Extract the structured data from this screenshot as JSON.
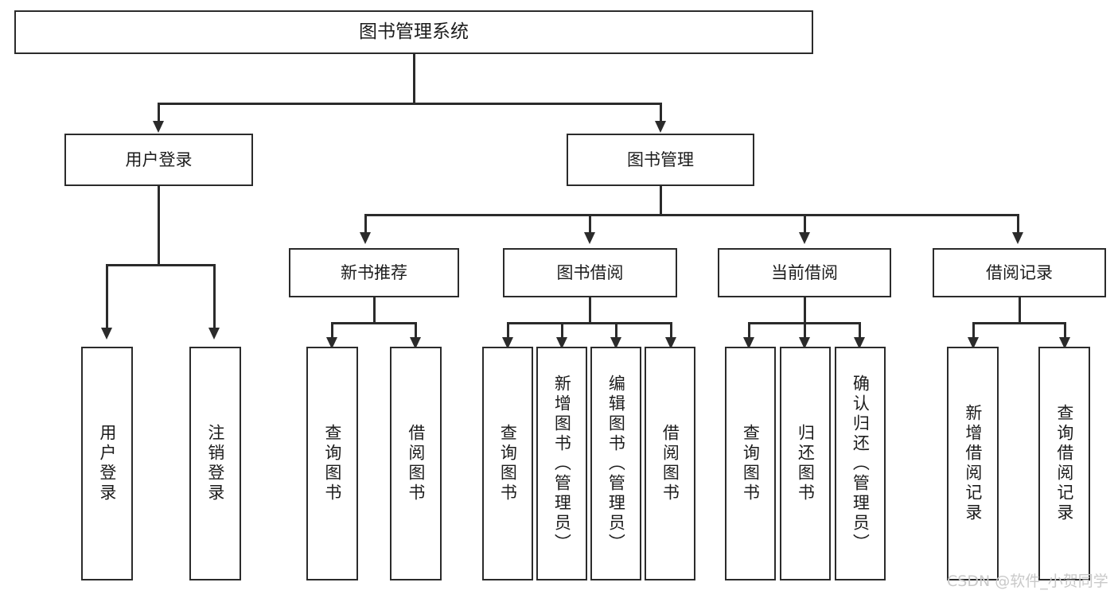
{
  "diagram": {
    "type": "tree",
    "title": "图书管理系统",
    "root": {
      "label": "图书管理系统"
    },
    "level2": [
      {
        "label": "用户登录"
      },
      {
        "label": "图书管理"
      }
    ],
    "level3": [
      {
        "label": "新书推荐"
      },
      {
        "label": "图书借阅"
      },
      {
        "label": "当前借阅"
      },
      {
        "label": "借阅记录"
      }
    ],
    "leaves": {
      "user_login": [
        {
          "label": "用户登录"
        },
        {
          "label": "注销登录"
        }
      ],
      "new_book_recommend": [
        {
          "label": "查询图书"
        },
        {
          "label": "借阅图书"
        }
      ],
      "book_borrow": [
        {
          "label": "查询图书"
        },
        {
          "label": "新增图书（管理员）"
        },
        {
          "label": "编辑图书（管理员）"
        },
        {
          "label": "借阅图书"
        }
      ],
      "current_borrow": [
        {
          "label": "查询图书"
        },
        {
          "label": "归还图书"
        },
        {
          "label": "确认归还（管理员）"
        }
      ],
      "borrow_record": [
        {
          "label": "新增借阅记录"
        },
        {
          "label": "查询借阅记录"
        }
      ]
    }
  },
  "watermark": {
    "text": "CSDN @软件_小贺同学"
  },
  "colors": {
    "stroke": "#2b2b2b",
    "fill": "#ffffff",
    "text": "#1c1c1c",
    "watermark": "#c9c9c9"
  }
}
